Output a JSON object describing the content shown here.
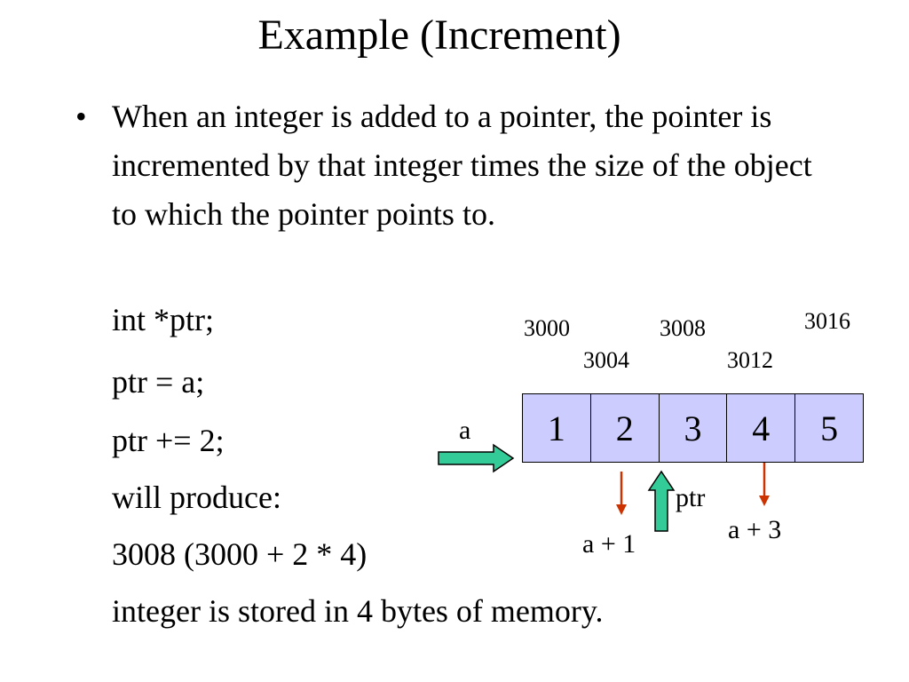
{
  "slide": {
    "title": "Example (Increment)",
    "bullet_symbol": "•",
    "bullet_text": "When an integer is added to a pointer, the pointer is incremented by that integer times the size of the object to which the pointer points to.",
    "code_lines": [
      "int *ptr;",
      "ptr = a;",
      "ptr += 2;",
      "will produce:",
      "3008 (3000 + 2 * 4)",
      "integer is stored in 4 bytes of memory."
    ]
  },
  "diagram": {
    "addresses": [
      "3000",
      "3004",
      "3008",
      "3012",
      "3016"
    ],
    "array_values": [
      "1",
      "2",
      "3",
      "4",
      "5"
    ],
    "array_label": "a",
    "ptr_label": "ptr",
    "a_plus_1_label": "a + 1",
    "a_plus_3_label": "a + 3",
    "colors": {
      "array_fill": "#ccccff",
      "thick_arrow_fill": "#33cc99",
      "thin_arrow": "#cc3300"
    }
  }
}
